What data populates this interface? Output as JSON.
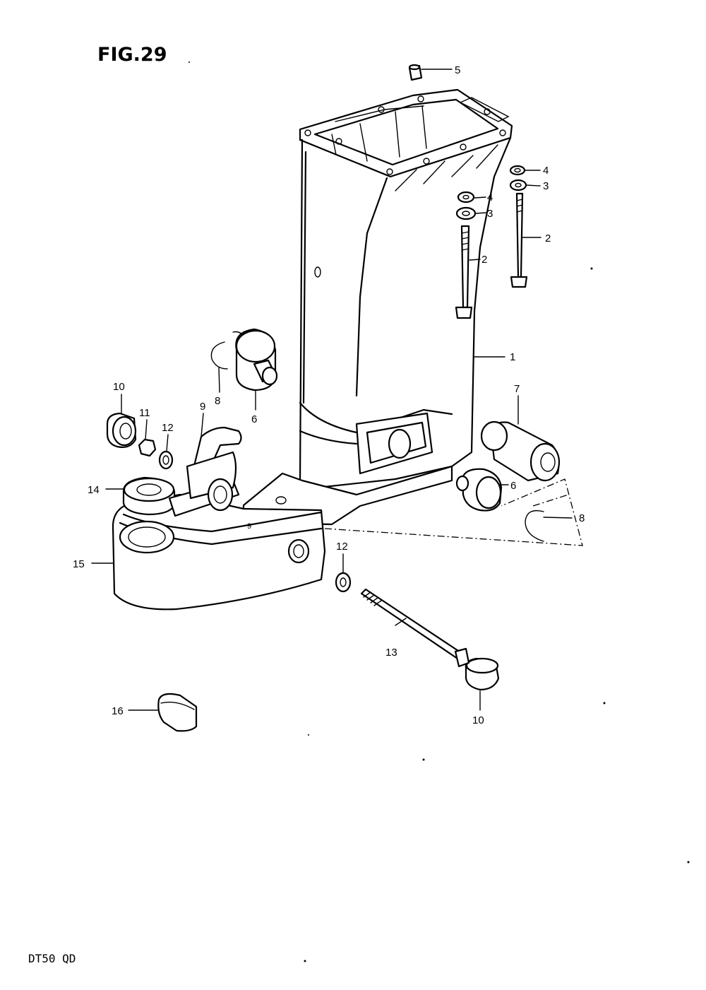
{
  "figure": {
    "title": "FIG.29",
    "model": "DT50 QD"
  },
  "callouts": [
    {
      "id": "c1",
      "label": "1"
    },
    {
      "id": "c2a",
      "label": "2"
    },
    {
      "id": "c2b",
      "label": "2"
    },
    {
      "id": "c3a",
      "label": "3"
    },
    {
      "id": "c3b",
      "label": "3"
    },
    {
      "id": "c4a",
      "label": "4"
    },
    {
      "id": "c4b",
      "label": "4"
    },
    {
      "id": "c5",
      "label": "5"
    },
    {
      "id": "c6a",
      "label": "6"
    },
    {
      "id": "c6b",
      "label": "6"
    },
    {
      "id": "c7",
      "label": "7"
    },
    {
      "id": "c8a",
      "label": "8"
    },
    {
      "id": "c8b",
      "label": "8"
    },
    {
      "id": "c9",
      "label": "9"
    },
    {
      "id": "c10a",
      "label": "10"
    },
    {
      "id": "c10b",
      "label": "10"
    },
    {
      "id": "c11",
      "label": "11"
    },
    {
      "id": "c12a",
      "label": "12"
    },
    {
      "id": "c12b",
      "label": "12"
    },
    {
      "id": "c13",
      "label": "13"
    },
    {
      "id": "c14",
      "label": "14"
    },
    {
      "id": "c15",
      "label": "15"
    },
    {
      "id": "c16",
      "label": "16"
    }
  ]
}
